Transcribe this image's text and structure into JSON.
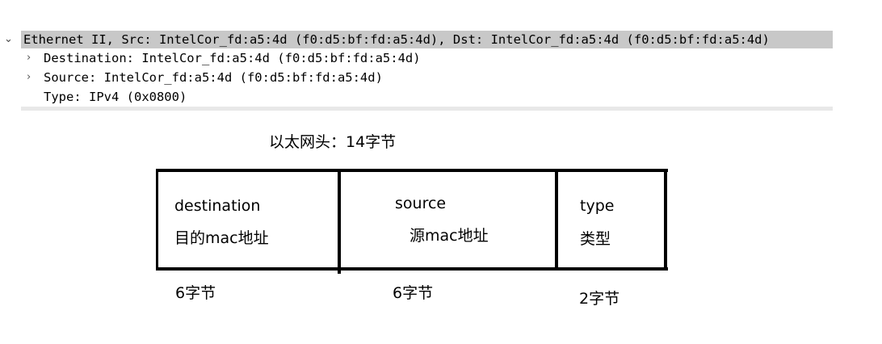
{
  "packet_tree": {
    "root": {
      "expanded": true,
      "text": "Ethernet II, Src: IntelCor_fd:a5:4d (f0:d5:bf:fd:a5:4d), Dst: IntelCor_fd:a5:4d (f0:d5:bf:fd:a5:4d)"
    },
    "children": [
      {
        "text": "Destination: IntelCor_fd:a5:4d (f0:d5:bf:fd:a5:4d)",
        "expandable": true
      },
      {
        "text": "Source: IntelCor_fd:a5:4d (f0:d5:bf:fd:a5:4d)",
        "expandable": true
      },
      {
        "text": "Type: IPv4 (0x0800)",
        "expandable": false
      }
    ],
    "chevron_expanded": "⌄",
    "chevron_collapsed": "›"
  },
  "diagram": {
    "title": "以太网头：14字节",
    "fields": [
      {
        "name": "destination",
        "desc": "目的mac地址",
        "size": "6字节"
      },
      {
        "name": "source",
        "desc": "源mac地址",
        "size": "6字节"
      },
      {
        "name": "type",
        "desc": "类型",
        "size": "2字节"
      }
    ]
  }
}
